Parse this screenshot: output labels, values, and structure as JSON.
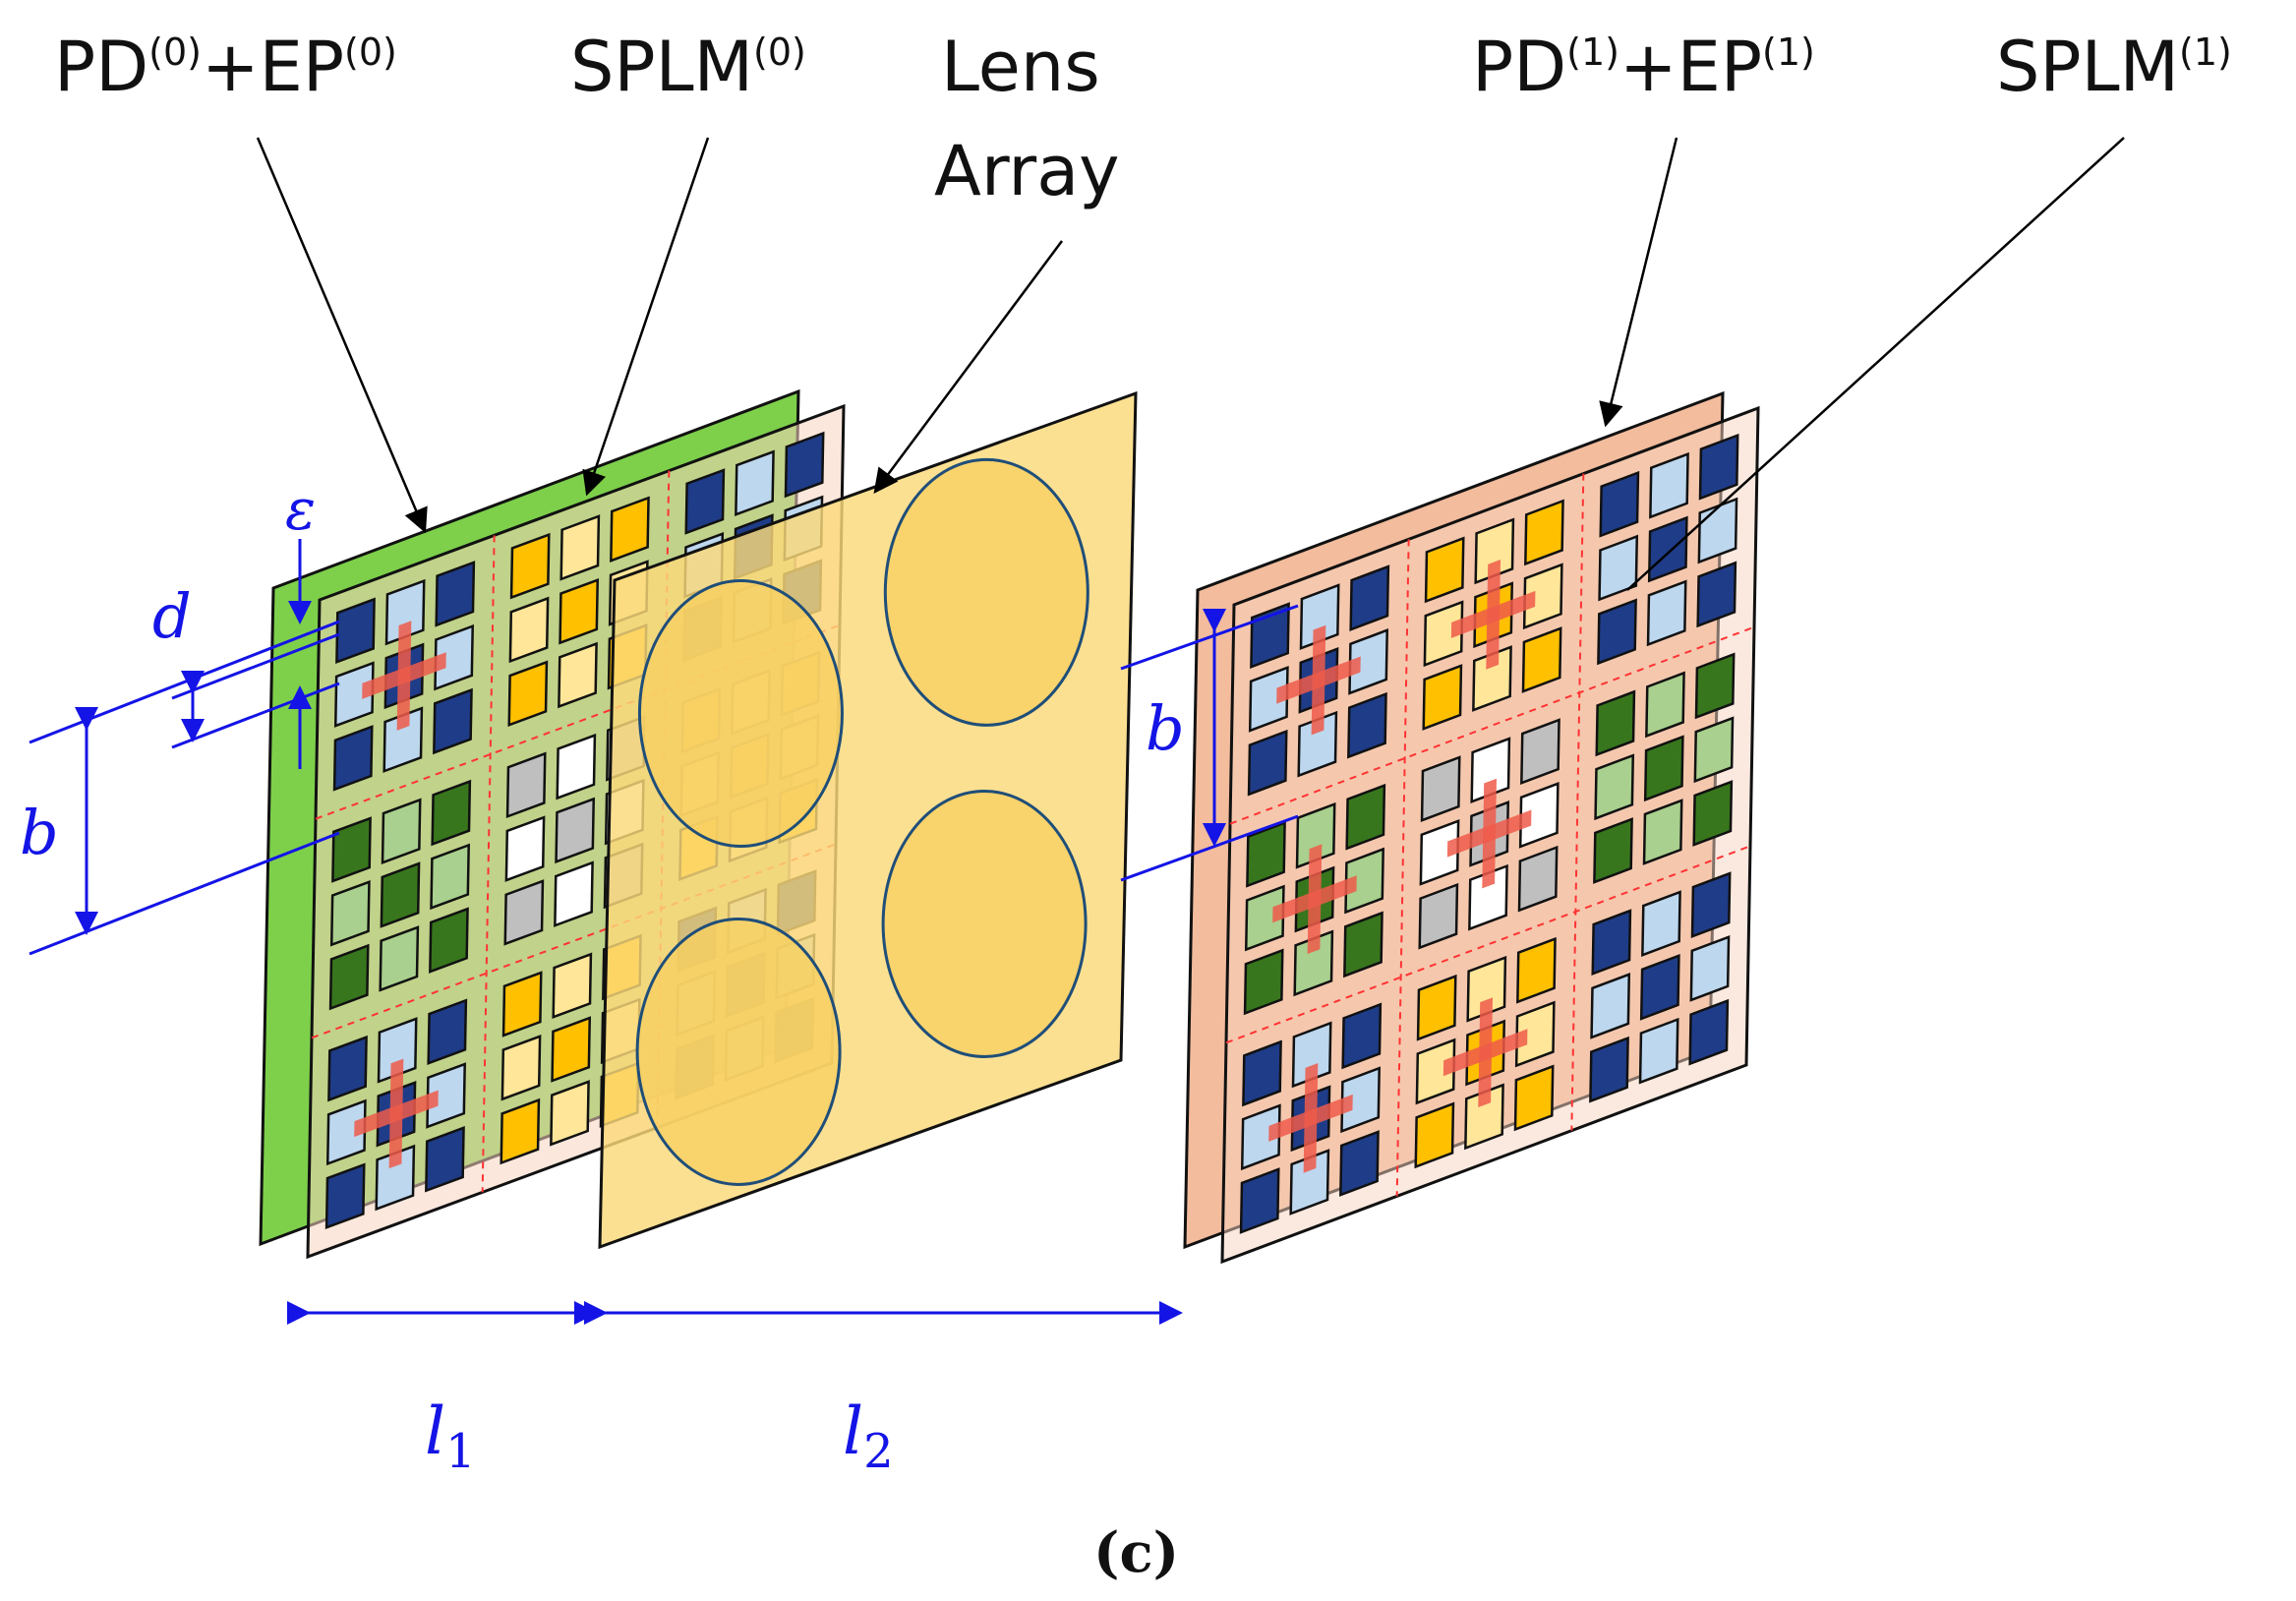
{
  "labels": {
    "pd_ep_0": {
      "main": "PD",
      "sup1": "(0)",
      "plus": "+EP",
      "sup2": "(0)"
    },
    "splm_0": {
      "main": "SPLM",
      "sup": "(0)"
    },
    "lens_array": {
      "line1": "Lens",
      "line2": "Array"
    },
    "pd_ep_1": {
      "main": "PD",
      "sup1": "(1)",
      "plus": "+EP",
      "sup2": "(1)"
    },
    "splm_1": {
      "main": "SPLM",
      "sup": "(1)"
    }
  },
  "dimensions": {
    "epsilon": "ε",
    "d": "d",
    "b_left": "b",
    "b_right": "b",
    "l1": {
      "main": "l",
      "sub": "1"
    },
    "l2": {
      "main": "l",
      "sub": "2"
    }
  },
  "caption": "(c)",
  "colors": {
    "dimension_blue": "#1414e6",
    "pd_ep_0_plane": "#7ed04b",
    "splm_plane": "#f7d4c0",
    "lens_plane": "#fbd97a",
    "lens_circle_fill": "#f8cf62",
    "lens_circle_stroke": "#1f4e79",
    "pd_ep_1_plane": "#f2bc9d",
    "grid_red": "#ff3333",
    "pixel_dark_blue": "#1f3c88",
    "pixel_light_blue": "#bdd7ee",
    "pixel_gold": "#ffc000",
    "pixel_light_gold": "#ffe699",
    "pixel_white": "#ffffff",
    "pixel_gray": "#bfbfbf",
    "pixel_dark_green": "#38761d",
    "pixel_light_green": "#a9d08e",
    "error_marker": "#ef5a4a"
  }
}
